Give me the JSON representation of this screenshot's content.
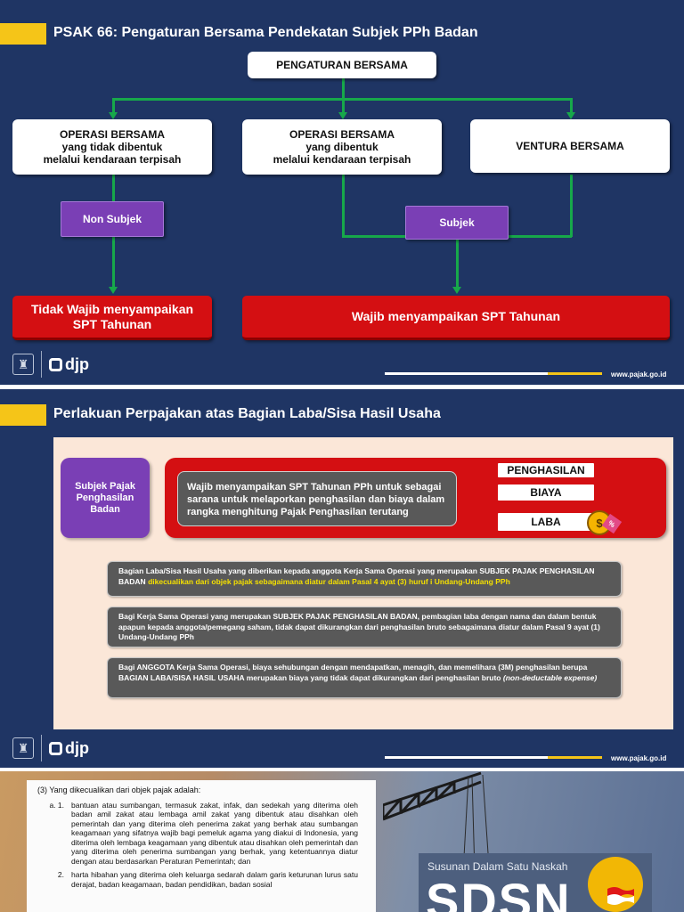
{
  "slide1": {
    "title": "PSAK 66: Pengaturan Bersama Pendekatan Subjek PPh Badan",
    "top_box": "PENGATURAN BERSAMA",
    "box_left": [
      "OPERASI BERSAMA",
      "yang tidak dibentuk",
      "melalui kendaraan terpisah"
    ],
    "box_mid": [
      "OPERASI BERSAMA",
      "yang dibentuk",
      "melalui kendaraan terpisah"
    ],
    "box_right": "VENTURA BERSAMA",
    "non_subjek": "Non Subjek",
    "subjek": "Subjek",
    "result_left": [
      "Tidak Wajib menyampaikan",
      "SPT Tahunan"
    ],
    "result_right": "Wajib menyampaikan SPT Tahunan",
    "logo_text": "djp",
    "url": "www.pajak.go.id"
  },
  "slide2": {
    "title": "Perlakuan Perpajakan atas Bagian Laba/Sisa Hasil Usaha",
    "purple_card": [
      "Subjek Pajak",
      "Penghasilan",
      "Badan"
    ],
    "banner_text": "Wajib menyampaikan SPT Tahunan PPh untuk sebagai sarana untuk melaporkan penghasilan dan biaya dalam rangka menghitung Pajak Penghasilan terutang",
    "tags": [
      "PENGHASILAN",
      "BIAYA",
      "LABA"
    ],
    "note1_a": "Bagian Laba/Sisa Hasil Usaha yang diberikan kepada anggota Kerja Sama Operasi yang merupakan SUBJEK PAJAK PENGHASILAN BADAN ",
    "note1_b": "dikecualikan dari objek pajak sebagaimana diatur dalam Pasal 4 ayat (3) huruf i Undang-Undang PPh",
    "note2": "Bagi Kerja Sama Operasi yang merupakan SUBJEK PAJAK PENGHASILAN BADAN, pembagian laba dengan nama dan dalam bentuk apapun kepada anggota/pemegang saham, tidak dapat dikurangkan dari penghasilan bruto sebagaimana diatur dalam Pasal 9 ayat (1) Undang-Undang PPh",
    "note3_a": "Bagi ANGGOTA Kerja Sama Operasi, biaya sehubungan dengan mendapatkan, menagih, dan memelihara (3M) penghasilan berupa BAGIAN LABA/SISA HASIL USAHA merupakan biaya yang tidak dapat dikurangkan dari penghasilan bruto ",
    "note3_b": "(non-deductable expense)",
    "logo_text": "djp",
    "url": "www.pajak.go.id"
  },
  "slide3": {
    "doc_head": "(3)    Yang dikecualikan dari objek pajak adalah:",
    "item1_label": "a.  1.",
    "item1_text": "bantuan atau sumbangan, termasuk zakat, infak, dan sedekah yang diterima oleh badan amil zakat atau lembaga amil zakat yang dibentuk atau disahkan oleh pemerintah dan yang diterima oleh penerima zakat yang berhak atau sumbangan keagamaan yang sifatnya wajib bagi pemeluk agama yang diakui di Indonesia, yang diterima oleh lembaga keagamaan yang dibentuk atau disahkan oleh pemerintah dan yang diterima oleh penerima sumbangan yang berhak, yang ketentuannya diatur dengan atau berdasarkan Peraturan Pemerintah; dan",
    "item2_label": "2.",
    "item2_text": "harta hibahan yang diterima oleh keluarga sedarah dalam garis keturunan lurus satu derajat, badan keagamaan, badan pendidikan, badan sosial",
    "book_subtitle": "Susunan Dalam Satu Naskah",
    "book_title": "SDSN"
  },
  "colors": {
    "slide_bg": "#1f3564",
    "accent_yellow": "#f5c518",
    "green_line": "#17a84a",
    "purple": "#7a3fb5",
    "red": "#d40f12",
    "grey": "#595959",
    "panel_bg": "#fbe7d8"
  }
}
